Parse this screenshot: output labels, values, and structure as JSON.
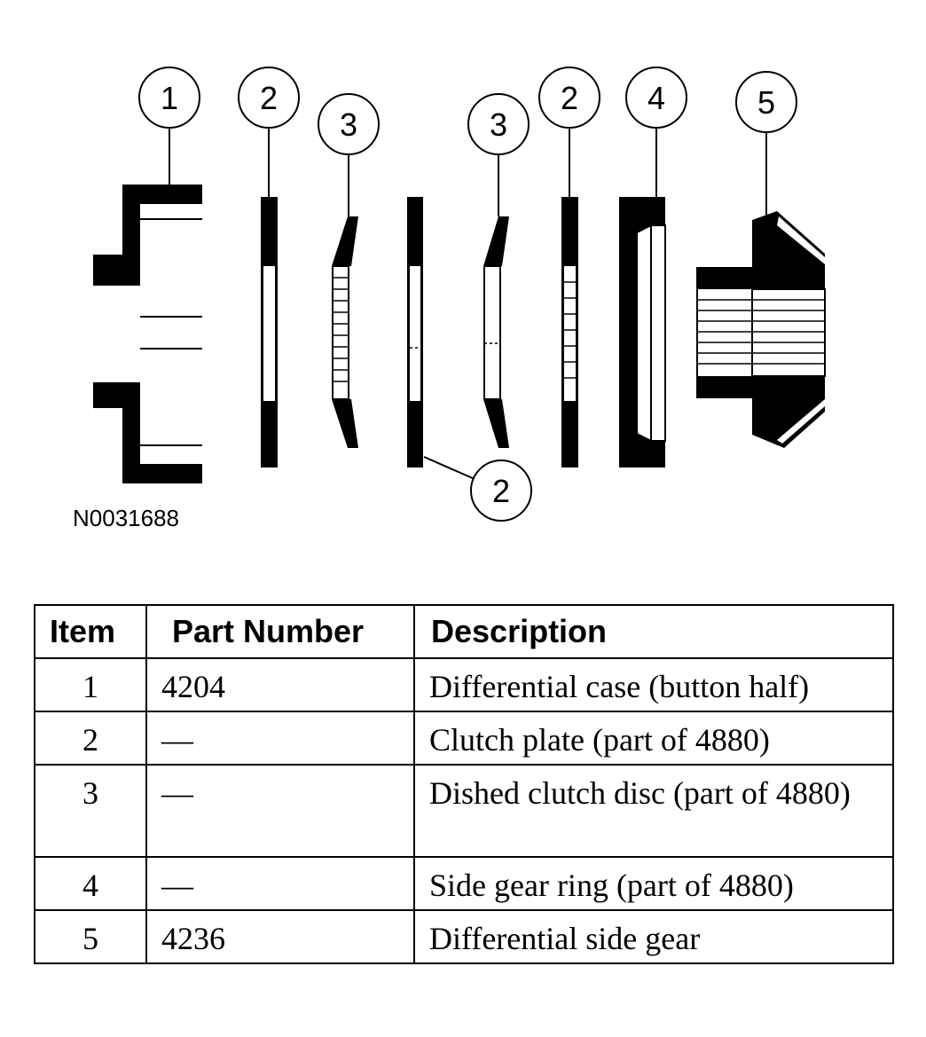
{
  "figure": {
    "code": "N0031688",
    "callouts": [
      "1",
      "2",
      "3",
      "3",
      "2",
      "4",
      "5",
      "2"
    ]
  },
  "table": {
    "headers": {
      "item": "Item",
      "part_number": "Part Number",
      "description": "Description"
    },
    "rows": [
      {
        "item": "1",
        "part_number": "4204",
        "description": "Differential case (button half)"
      },
      {
        "item": "2",
        "part_number": "—",
        "description": "Clutch plate (part of 4880)"
      },
      {
        "item": "3",
        "part_number": "—",
        "description": "Dished clutch disc (part of 4880)"
      },
      {
        "item": "4",
        "part_number": "—",
        "description": "Side gear ring (part of 4880)"
      },
      {
        "item": "5",
        "part_number": "4236",
        "description": "Differential side gear"
      }
    ]
  }
}
